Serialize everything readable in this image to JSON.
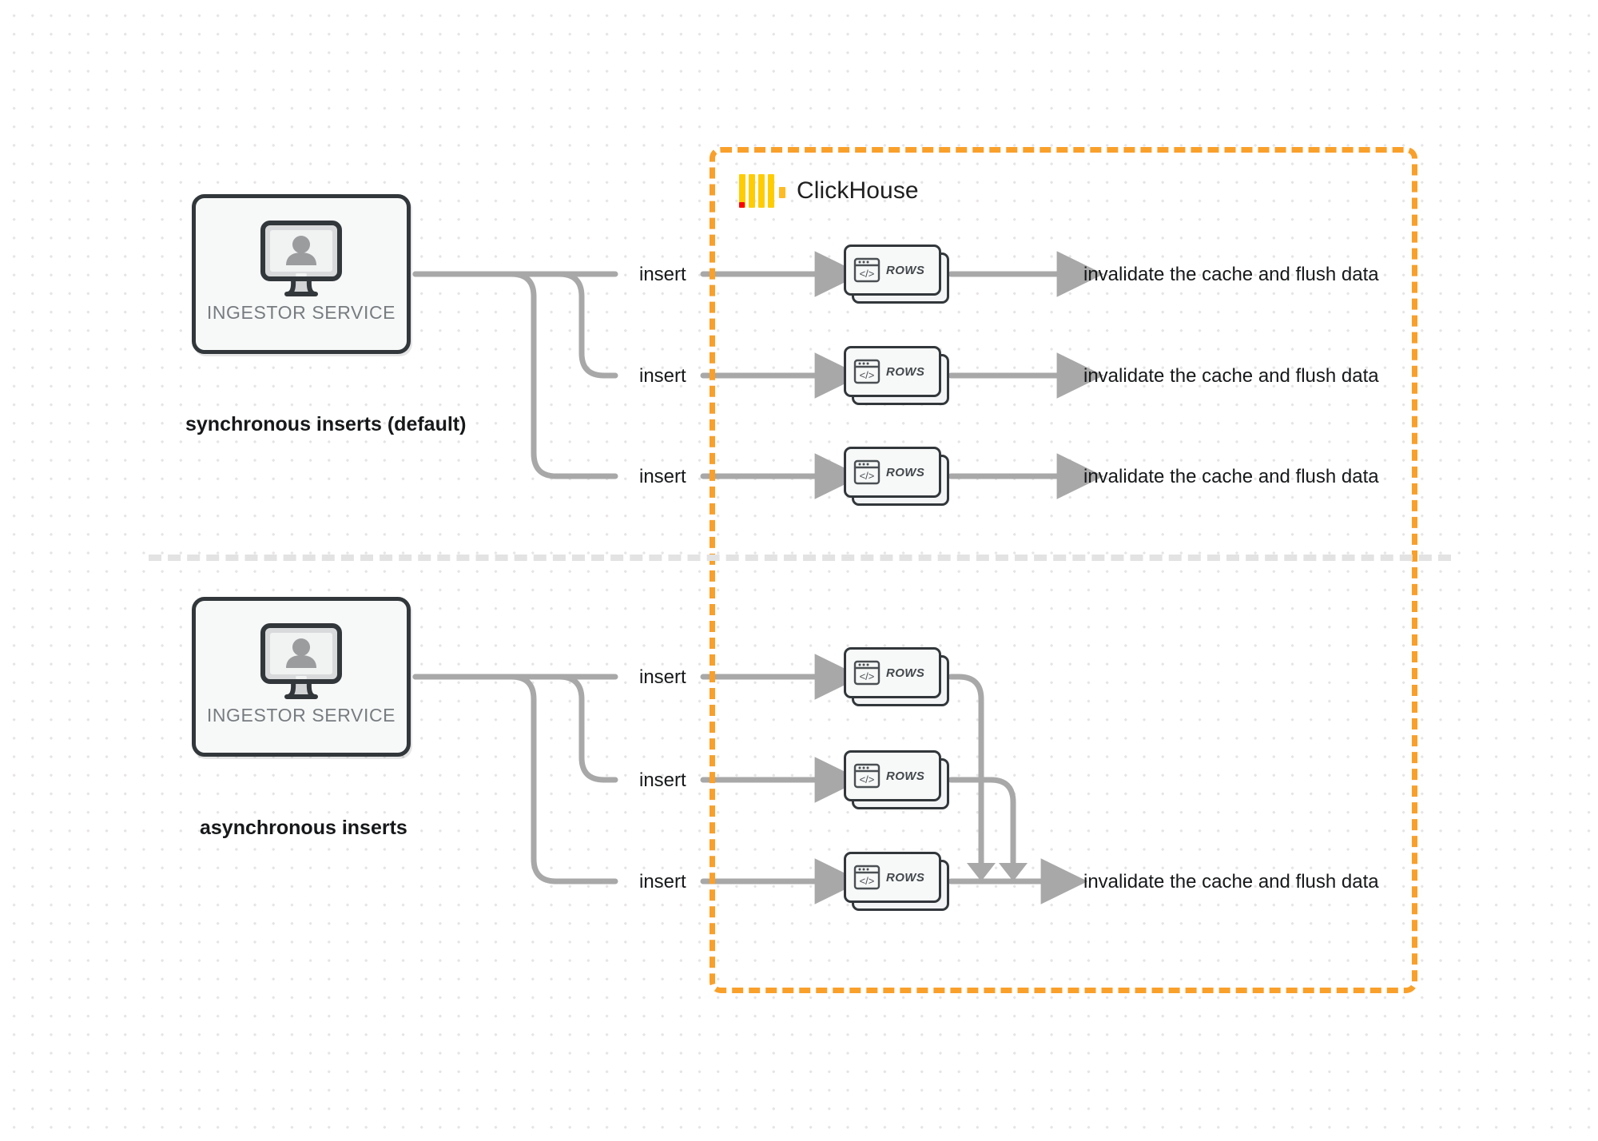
{
  "diagram": {
    "title": "ClickHouse synchronous vs asynchronous inserts",
    "colors": {
      "boundary": "#f9a02a",
      "logo_yellow": "#ffcc00",
      "logo_red": "#ff0000",
      "wire": "#a8a8a8",
      "node_border": "#32373b",
      "node_fill": "#f7f8f8",
      "divider": "#e3e3e3",
      "text": "#16181a",
      "muted_text": "#777c80"
    }
  },
  "clickhouse": {
    "name": "ClickHouse",
    "logo_icon": "clickhouse-logo-icon"
  },
  "sections": [
    {
      "id": "synchronous",
      "caption": "synchronous inserts (default)",
      "ingestor": {
        "label": "INGESTOR SERVICE",
        "icon": "monitor-user-icon"
      },
      "flows": [
        {
          "insert_label": "insert",
          "rows_label": "ROWS",
          "rows_icon": "code-window-icon",
          "result_label": "invalidate the cache and flush data"
        },
        {
          "insert_label": "insert",
          "rows_label": "ROWS",
          "rows_icon": "code-window-icon",
          "result_label": "invalidate the cache and flush data"
        },
        {
          "insert_label": "insert",
          "rows_label": "ROWS",
          "rows_icon": "code-window-icon",
          "result_label": "invalidate the cache and flush data"
        }
      ]
    },
    {
      "id": "asynchronous",
      "caption": "asynchronous inserts",
      "ingestor": {
        "label": "INGESTOR SERVICE",
        "icon": "monitor-user-icon"
      },
      "flows": [
        {
          "insert_label": "insert",
          "rows_label": "ROWS",
          "rows_icon": "code-window-icon"
        },
        {
          "insert_label": "insert",
          "rows_label": "ROWS",
          "rows_icon": "code-window-icon"
        },
        {
          "insert_label": "insert",
          "rows_label": "ROWS",
          "rows_icon": "code-window-icon"
        }
      ],
      "merged_result_label": "invalidate the cache and flush data"
    }
  ]
}
